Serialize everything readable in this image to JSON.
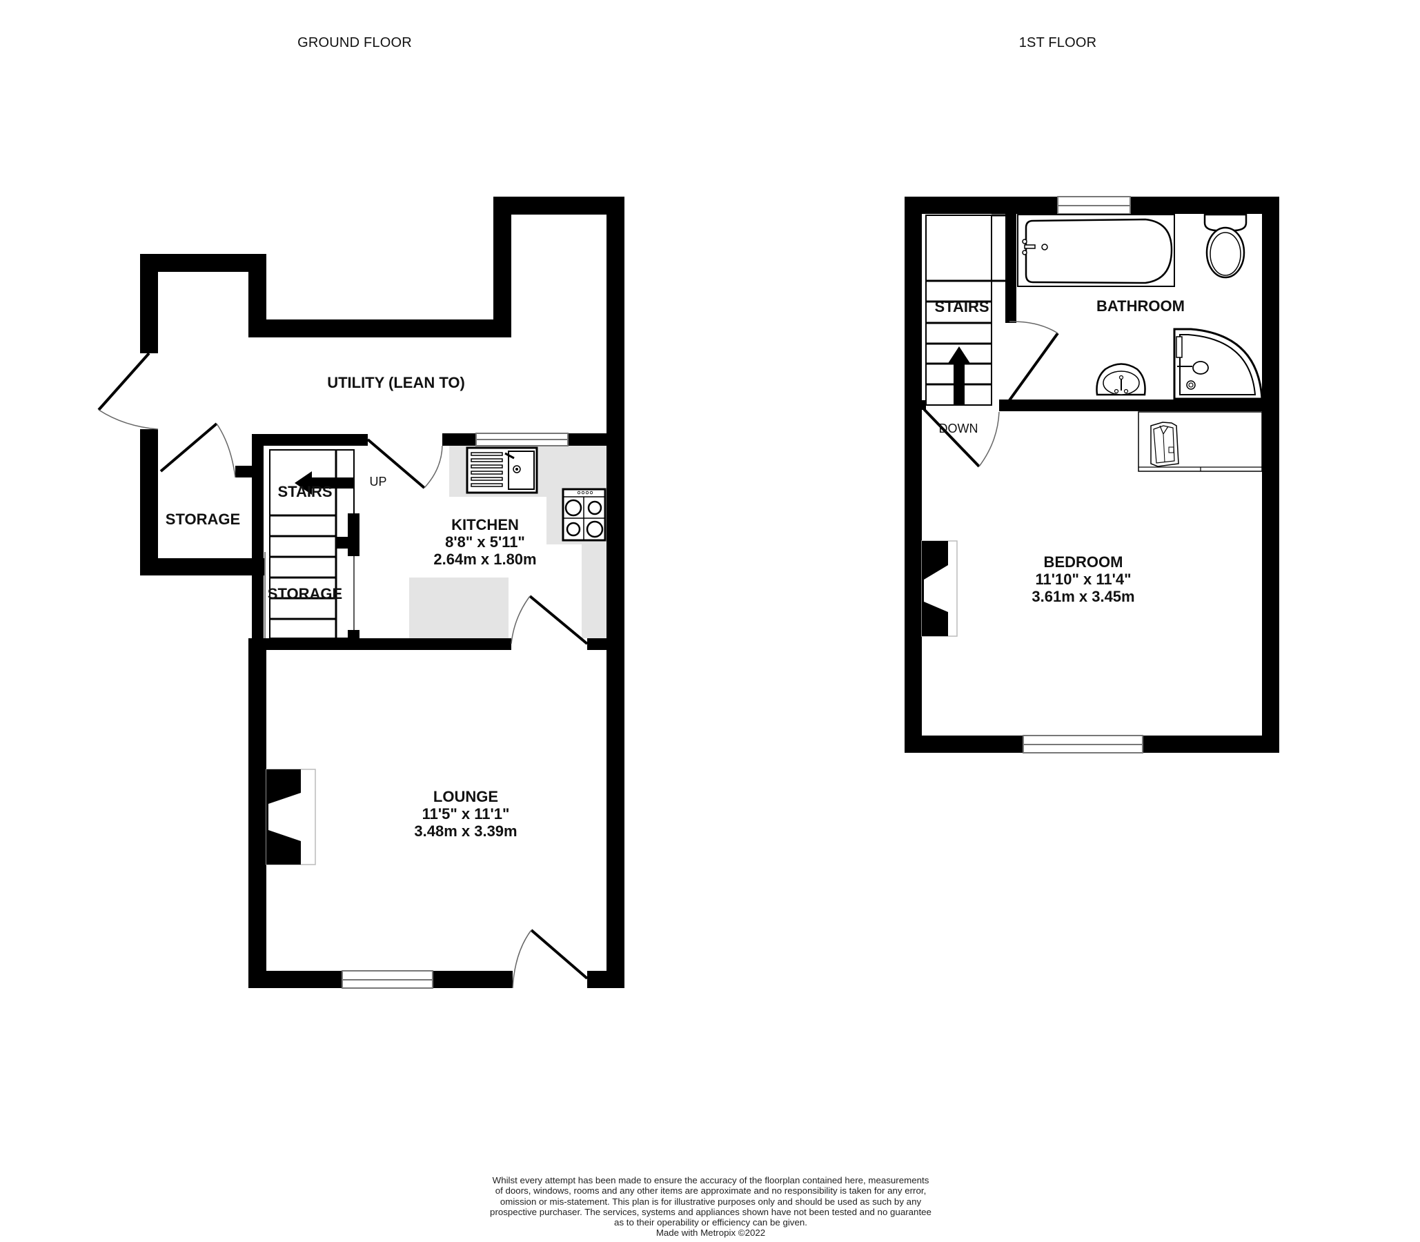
{
  "titles": {
    "ground_floor": "GROUND FLOOR",
    "first_floor": "1ST FLOOR"
  },
  "ground_floor": {
    "rooms": {
      "utility": {
        "name": "UTILITY (LEAN TO)"
      },
      "storage_left": {
        "name": "STORAGE"
      },
      "stairs": {
        "name": "STAIRS",
        "direction": "UP"
      },
      "storage_under_stairs": {
        "name": "STORAGE"
      },
      "kitchen": {
        "name": "KITCHEN",
        "imperial": "8'8\"  x 5'11\"",
        "metric": "2.64m  x 1.80m"
      },
      "lounge": {
        "name": "LOUNGE",
        "imperial": "11'5\"  x 11'1\"",
        "metric": "3.48m  x 3.39m"
      }
    },
    "fixtures": [
      "sink-icon",
      "hob-icon",
      "fireplace-icon",
      "window-icon",
      "door-icon",
      "stairs-arrow-icon"
    ]
  },
  "first_floor": {
    "rooms": {
      "stairs": {
        "name": "STAIRS",
        "direction": "DOWN"
      },
      "bathroom": {
        "name": "BATHROOM"
      },
      "bedroom": {
        "name": "BEDROOM",
        "imperial": "11'10\"  x 11'4\"",
        "metric": "3.61m  x 3.45m"
      }
    },
    "fixtures": [
      "bath-icon",
      "toilet-icon",
      "basin-icon",
      "shower-icon",
      "wardrobe-icon",
      "fireplace-icon",
      "window-icon",
      "door-icon"
    ]
  },
  "colors": {
    "wall": "#000000",
    "counter": "#e4e4e4",
    "background": "#ffffff"
  },
  "disclaimer": {
    "lines": [
      "Whilst every attempt has been made to ensure the accuracy of the floorplan contained here, measurements",
      "of doors, windows, rooms and any other items are approximate and no responsibility is taken for any error,",
      "omission or mis-statement. This plan is for illustrative purposes only and should be used as such by any",
      "prospective purchaser. The services, systems and appliances shown have not been tested and no guarantee",
      "as to their operability or efficiency can be given.",
      "Made with Metropix ©2022"
    ]
  }
}
